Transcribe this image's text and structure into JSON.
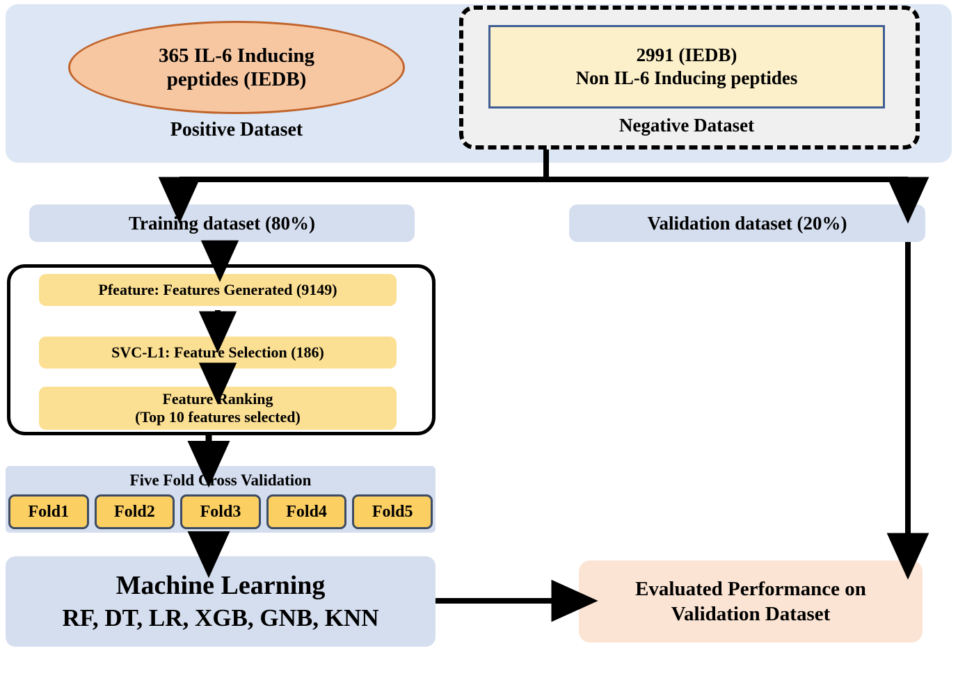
{
  "diagram": {
    "title": "IL-6 Inducing Peptide Prediction Workflow",
    "colors": {
      "panel_blue": "#DCE6F4",
      "box_blue": "#D5DEEF",
      "ellipse_fill": "#F7C7A2",
      "ellipse_border": "#C1632A",
      "negative_panel": "#F0F0F0",
      "negative_inner_fill": "#FCF0CA",
      "negative_inner_border": "#3F5E93",
      "feature_fill": "#FBDF92",
      "fold_fill": "#FBCF62",
      "fold_border": "#3D4C63",
      "eval_fill": "#FBE4D3",
      "arrow": "#000000"
    }
  },
  "positive": {
    "ellipse_line1": "365 IL-6 Inducing",
    "ellipse_line2": "peptides (IEDB)",
    "label": "Positive Dataset"
  },
  "negative": {
    "inner_line1": "2991 (IEDB)",
    "inner_line2": "Non IL-6 Inducing peptides",
    "label": "Negative Dataset"
  },
  "split": {
    "training": "Training dataset (80%)",
    "validation": "Validation dataset (20%)"
  },
  "features": {
    "generated": "Pfeature: Features Generated (9149)",
    "selection": "SVC-L1: Feature Selection (186)",
    "ranking_line1": "Feature Ranking",
    "ranking_line2": "(Top 10 features selected)"
  },
  "cross_validation": {
    "title": "Five Fold Cross Validation",
    "folds": [
      "Fold1",
      "Fold2",
      "Fold3",
      "Fold4",
      "Fold5"
    ]
  },
  "machine_learning": {
    "title": "Machine Learning",
    "models": "RF, DT, LR, XGB, GNB, KNN"
  },
  "evaluation": {
    "line1": "Evaluated Performance on",
    "line2": "Validation Dataset"
  }
}
